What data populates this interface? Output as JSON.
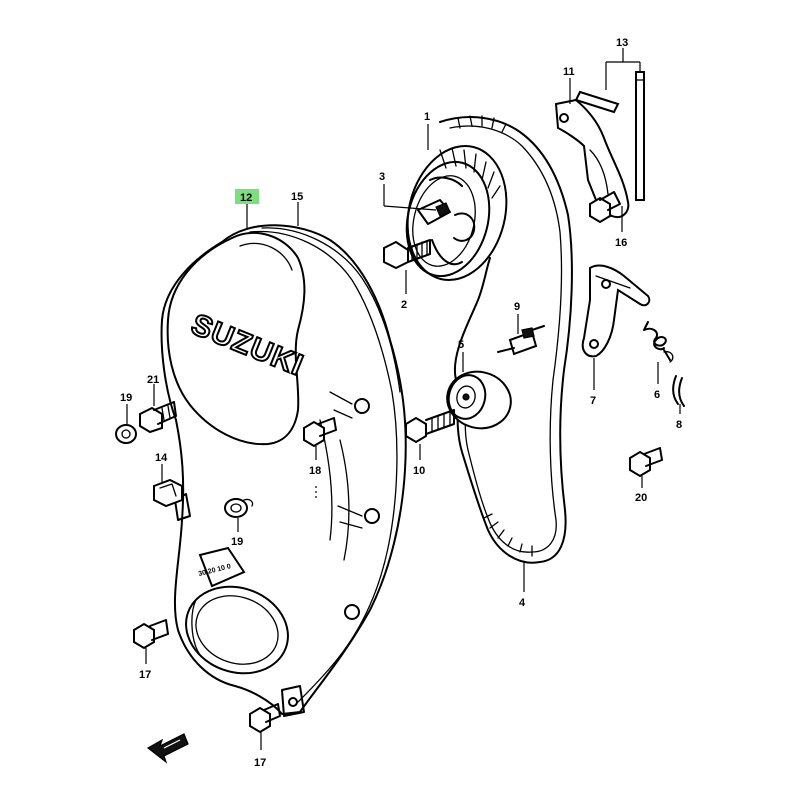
{
  "highlight_color": "#7be07b",
  "cover_emboss": "SUZUKI",
  "timing_marks": "30 20 10 0",
  "callouts": {
    "c1": "1",
    "c2": "2",
    "c3": "3",
    "c4": "4",
    "c5": "5",
    "c6": "6",
    "c7": "7",
    "c8": "8",
    "c9": "9",
    "c10": "10",
    "c11": "11",
    "c12": "12",
    "c13": "13",
    "c14": "14",
    "c15": "15",
    "c16": "16",
    "c17a": "17",
    "c17b": "17",
    "c18": "18",
    "c19a": "19",
    "c19b": "19",
    "c20": "20",
    "c21": "21"
  },
  "icons": {
    "front_arrow": "front-arrow-icon"
  }
}
